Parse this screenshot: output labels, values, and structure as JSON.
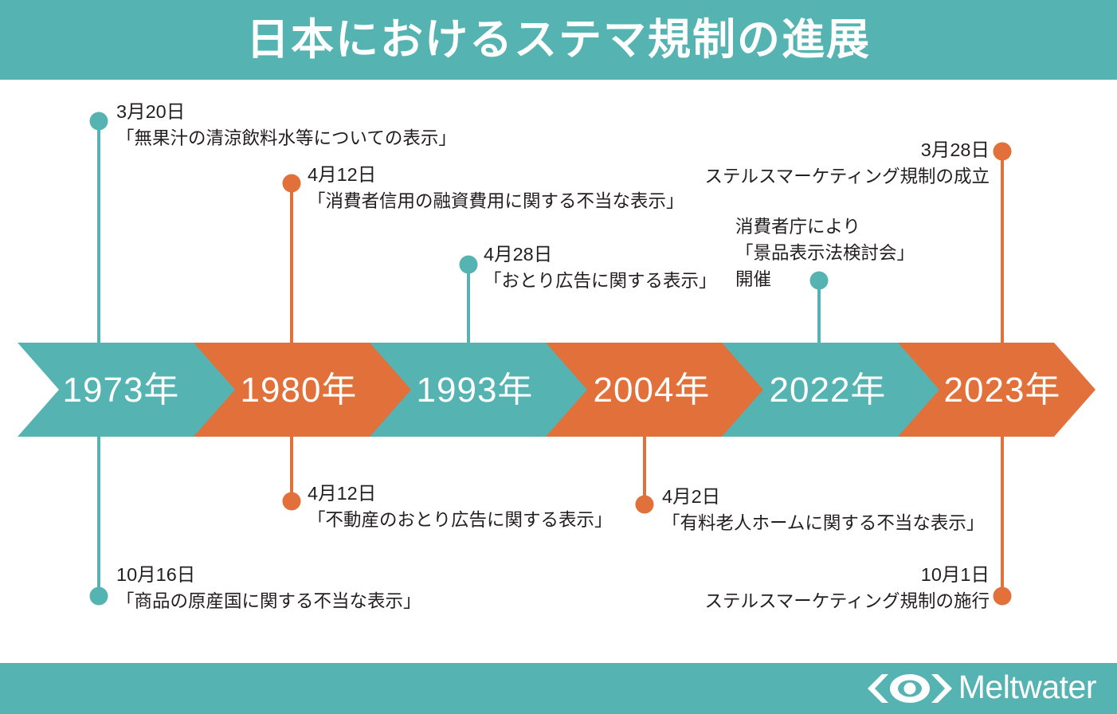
{
  "header": {
    "title": "日本におけるステマ規制の進展"
  },
  "footer": {
    "brand": "Meltwater",
    "logo_icon": "meltwater-eye-logo"
  },
  "colors": {
    "teal": "#55b3b2",
    "orange": "#e2703a",
    "text": "#231f20",
    "background": "#ffffff"
  },
  "chart_data": {
    "type": "timeline",
    "title": "日本におけるステマ規制の進展",
    "orientation": "horizontal",
    "milestones": [
      {
        "year": "1973年",
        "color": "#55b3b2",
        "events": [
          {
            "position": "above",
            "date": "3月20日",
            "desc": "「無果汁の清涼飲料水等についての表示」",
            "align": "left"
          },
          {
            "position": "below",
            "date": "10月16日",
            "desc": "「商品の原産国に関する不当な表示」",
            "align": "left"
          }
        ]
      },
      {
        "year": "1980年",
        "color": "#e2703a",
        "events": [
          {
            "position": "above",
            "date": "4月12日",
            "desc": "「消費者信用の融資費用に関する不当な表示」",
            "align": "left"
          },
          {
            "position": "below",
            "date": "4月12日",
            "desc": "「不動産のおとり広告に関する表示」",
            "align": "left"
          }
        ]
      },
      {
        "year": "1993年",
        "color": "#55b3b2",
        "events": [
          {
            "position": "above",
            "date": "4月28日",
            "desc": "「おとり広告に関する表示」",
            "align": "left"
          }
        ]
      },
      {
        "year": "2004年",
        "color": "#e2703a",
        "events": [
          {
            "position": "below",
            "date": "4月2日",
            "desc": "「有料老人ホームに関する不当な表示」",
            "align": "left"
          }
        ]
      },
      {
        "year": "2022年",
        "color": "#55b3b2",
        "events": [
          {
            "position": "above",
            "date": "消費者庁により",
            "desc": "「景品表示法検討会」",
            "desc2": "開催",
            "align": "left"
          }
        ]
      },
      {
        "year": "2023年",
        "color": "#e2703a",
        "events": [
          {
            "position": "above",
            "date": "3月28日",
            "desc": "ステルスマーケティング規制の成立",
            "align": "right"
          },
          {
            "position": "below",
            "date": "10月1日",
            "desc": "ステルスマーケティング規制の施行",
            "align": "right"
          }
        ]
      }
    ]
  },
  "annotations": {
    "a1_date": "3月20日",
    "a1_desc": "「無果汁の清涼飲料水等についての表示」",
    "a2_date": "4月12日",
    "a2_desc": "「消費者信用の融資費用に関する不当な表示」",
    "a3_date": "4月28日",
    "a3_desc": "「おとり広告に関する表示」",
    "a4_date": "3月28日",
    "a4_desc": "ステルスマーケティング規制の成立",
    "a5_l1": "消費者庁により",
    "a5_l2": "「景品表示法検討会」",
    "a5_l3": "開催",
    "a6_date": "4月12日",
    "a6_desc": "「不動産のおとり広告に関する表示」",
    "a7_date": "4月2日",
    "a7_desc": "「有料老人ホームに関する不当な表示」",
    "a8_date": "10月16日",
    "a8_desc": "「商品の原産国に関する不当な表示」",
    "a9_date": "10月1日",
    "a9_desc": "ステルスマーケティング規制の施行"
  },
  "years": {
    "y1": "1973年",
    "y2": "1980年",
    "y3": "1993年",
    "y4": "2004年",
    "y5": "2022年",
    "y6": "2023年"
  }
}
